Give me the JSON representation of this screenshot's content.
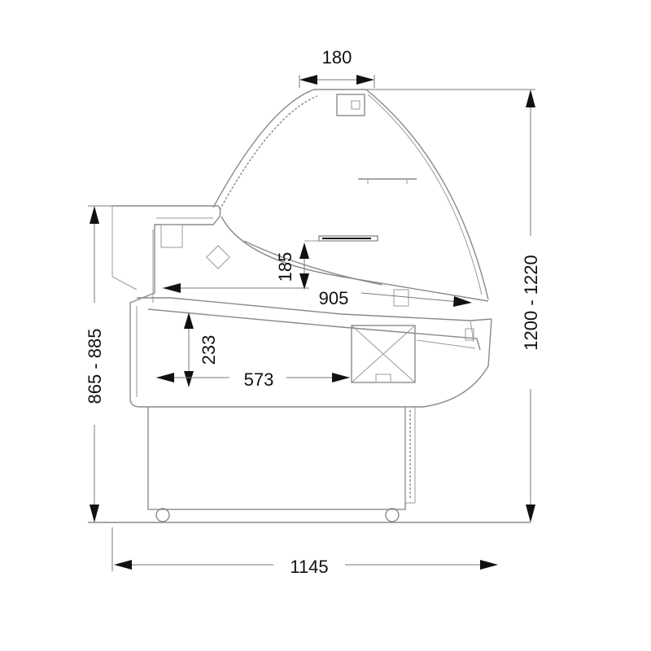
{
  "dimensions": {
    "top_width": "180",
    "total_height": "1200 - 1220",
    "counter_height": "865 - 885",
    "shelf_gap": "185",
    "upper_depth": "905",
    "lower_height": "233",
    "lower_depth": "573",
    "total_width": "1145"
  },
  "colors": {
    "outline": "#8a8a8a",
    "dimension_text": "#111111"
  }
}
